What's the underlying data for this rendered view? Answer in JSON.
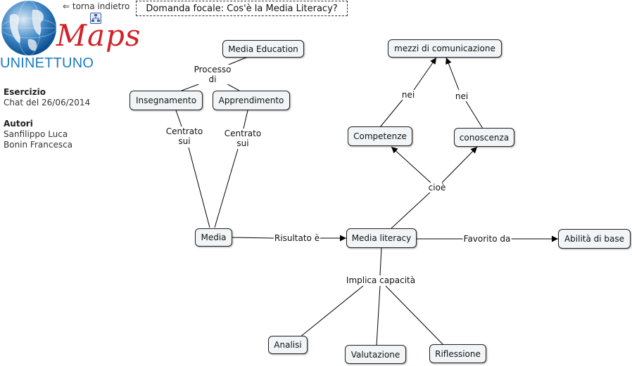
{
  "header": {
    "back_link": "⇐ torna indietro",
    "focal_question": "Domanda focale: Cos'è la Media Literacy?",
    "logo_maps": "Maps",
    "logo_uni": "UNINETTUNO"
  },
  "info": {
    "exercise_title": "Esercizio",
    "exercise_value": "Chat del 26/06/2014",
    "authors_title": "Autori",
    "authors": [
      "Sanfilippo Luca",
      "Bonin Francesca"
    ]
  },
  "concepts": {
    "media_education": "Media Education",
    "insegnamento": "Insegnamento",
    "apprendimento": "Apprendimento",
    "media": "Media",
    "media_literacy": "Media literacy",
    "abilita": "Abilità di base",
    "competenze": "Competenze",
    "conoscenza": "conoscenza",
    "mezzi": "mezzi di comunicazione",
    "analisi": "Analisi",
    "valutazione": "Valutazione",
    "riflessione": "Riflessione"
  },
  "links": {
    "processo_di": "Processo\ndi",
    "centrato_sui_1": "Centrato\nsui",
    "centrato_sui_2": "Centrato\nsui",
    "risultato": "Risultato è",
    "favorito": "Favorito da",
    "cioe": "cioè",
    "nei_1": "nei",
    "nei_2": "nei",
    "implica": "Implica capacità"
  }
}
